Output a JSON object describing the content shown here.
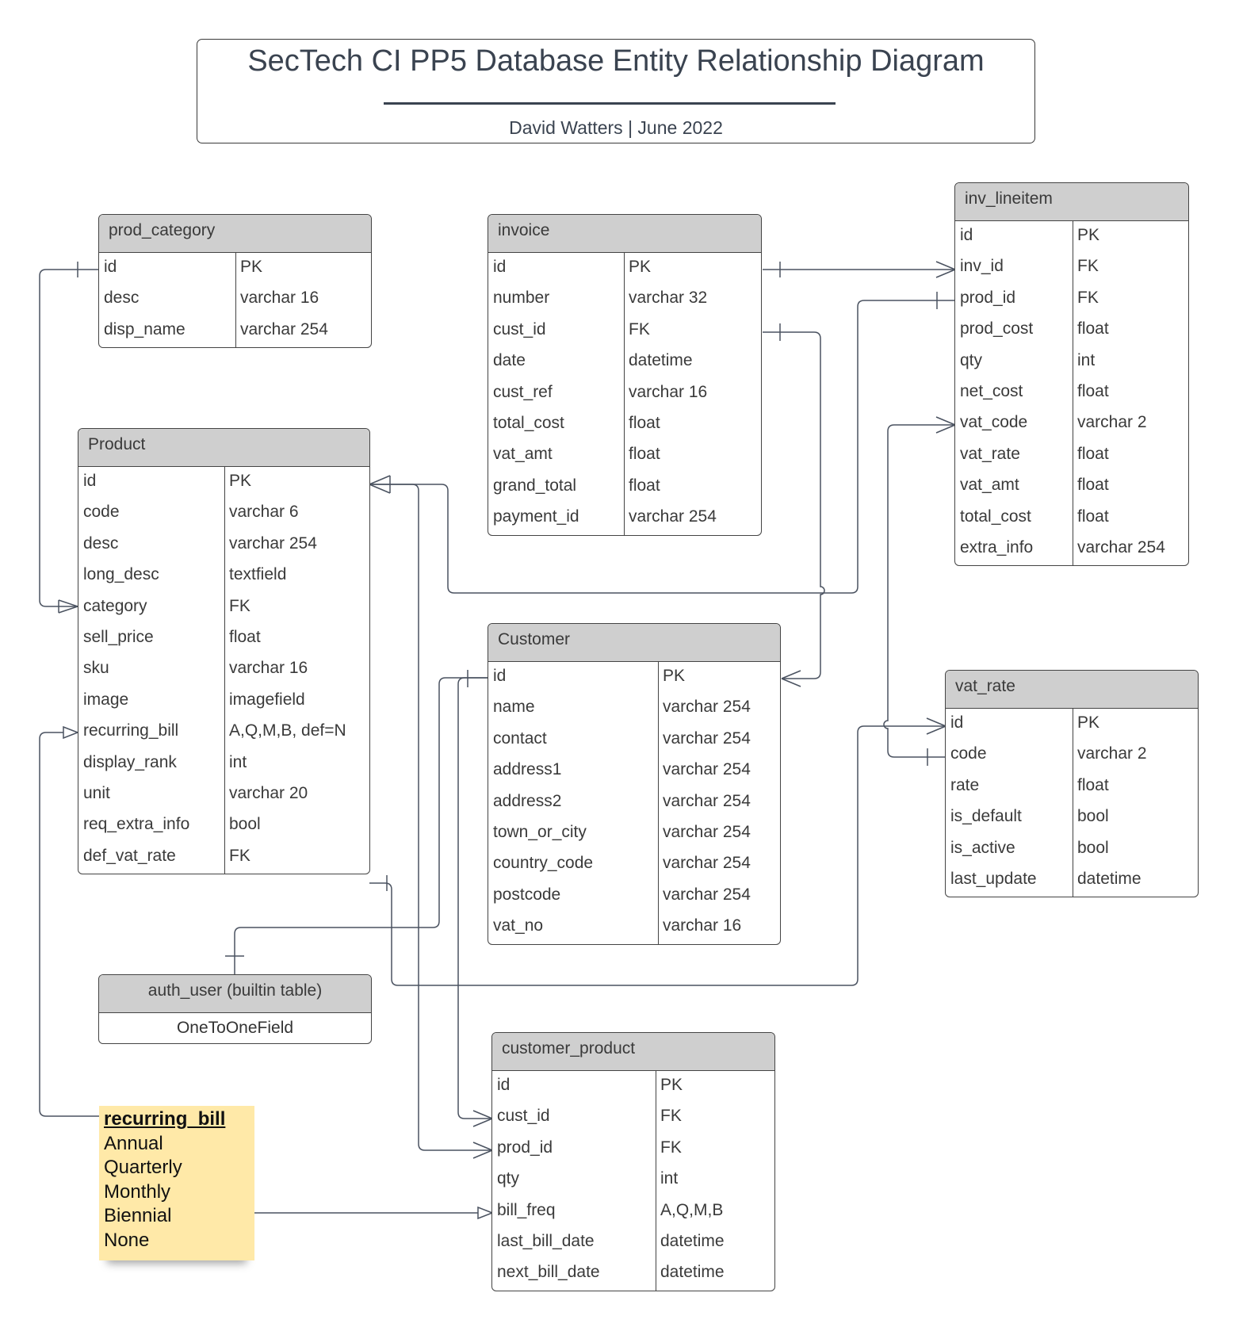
{
  "title": "SecTech CI PP5 Database Entity Relationship Diagram",
  "subtitle": "David Watters | June 2022",
  "entities": {
    "prod_category": {
      "name": "prod_category",
      "rows": [
        [
          "id",
          "PK"
        ],
        [
          "desc",
          "varchar 16"
        ],
        [
          "disp_name",
          "varchar 254"
        ]
      ]
    },
    "invoice": {
      "name": "invoice",
      "rows": [
        [
          "id",
          "PK"
        ],
        [
          "number",
          "varchar 32"
        ],
        [
          "cust_id",
          "FK"
        ],
        [
          "date",
          "datetime"
        ],
        [
          "cust_ref",
          "varchar 16"
        ],
        [
          "total_cost",
          "float"
        ],
        [
          "vat_amt",
          "float"
        ],
        [
          "grand_total",
          "float"
        ],
        [
          "payment_id",
          "varchar 254"
        ]
      ]
    },
    "inv_lineitem": {
      "name": "inv_lineitem",
      "rows": [
        [
          "id",
          "PK"
        ],
        [
          "inv_id",
          "FK"
        ],
        [
          "prod_id",
          "FK"
        ],
        [
          "prod_cost",
          "float"
        ],
        [
          "qty",
          "int"
        ],
        [
          "net_cost",
          "float"
        ],
        [
          "vat_code",
          "varchar 2"
        ],
        [
          "vat_rate",
          "float"
        ],
        [
          "vat_amt",
          "float"
        ],
        [
          "total_cost",
          "float"
        ],
        [
          "extra_info",
          "varchar 254"
        ]
      ]
    },
    "product": {
      "name": "Product",
      "rows": [
        [
          "id",
          "PK"
        ],
        [
          "code",
          "varchar 6"
        ],
        [
          "desc",
          "varchar 254"
        ],
        [
          "long_desc",
          "textfield"
        ],
        [
          "category",
          "FK"
        ],
        [
          "sell_price",
          "float"
        ],
        [
          "sku",
          "varchar 16"
        ],
        [
          "image",
          "imagefield"
        ],
        [
          "recurring_bill",
          "A,Q,M,B, def=N"
        ],
        [
          "display_rank",
          "int"
        ],
        [
          "unit",
          "varchar 20"
        ],
        [
          "req_extra_info",
          "bool"
        ],
        [
          "def_vat_rate",
          "FK"
        ]
      ]
    },
    "customer": {
      "name": "Customer",
      "rows": [
        [
          "id",
          "PK"
        ],
        [
          "name",
          "varchar 254"
        ],
        [
          "contact",
          "varchar 254"
        ],
        [
          "address1",
          "varchar 254"
        ],
        [
          "address2",
          "varchar 254"
        ],
        [
          "town_or_city",
          "varchar 254"
        ],
        [
          "country_code",
          "varchar 254"
        ],
        [
          "postcode",
          "varchar 254"
        ],
        [
          "vat_no",
          "varchar 16"
        ]
      ]
    },
    "vat_rate": {
      "name": "vat_rate",
      "rows": [
        [
          "id",
          "PK"
        ],
        [
          "code",
          "varchar 2"
        ],
        [
          "rate",
          "float"
        ],
        [
          "is_default",
          "bool"
        ],
        [
          "is_active",
          "bool"
        ],
        [
          "last_update",
          "datetime"
        ]
      ]
    },
    "auth_user": {
      "name": "auth_user (builtin table)",
      "field": "OneToOneField"
    },
    "customer_product": {
      "name": "customer_product",
      "rows": [
        [
          "id",
          "PK"
        ],
        [
          "cust_id",
          "FK"
        ],
        [
          "prod_id",
          "FK"
        ],
        [
          "qty",
          "int"
        ],
        [
          "bill_freq",
          "A,Q,M,B"
        ],
        [
          "last_bill_date",
          "datetime"
        ],
        [
          "next_bill_date",
          "datetime"
        ]
      ]
    }
  },
  "note": {
    "title": "recurring_bill",
    "items": [
      "Annual",
      "Quarterly",
      "Monthly",
      "Biennial",
      "None"
    ]
  }
}
